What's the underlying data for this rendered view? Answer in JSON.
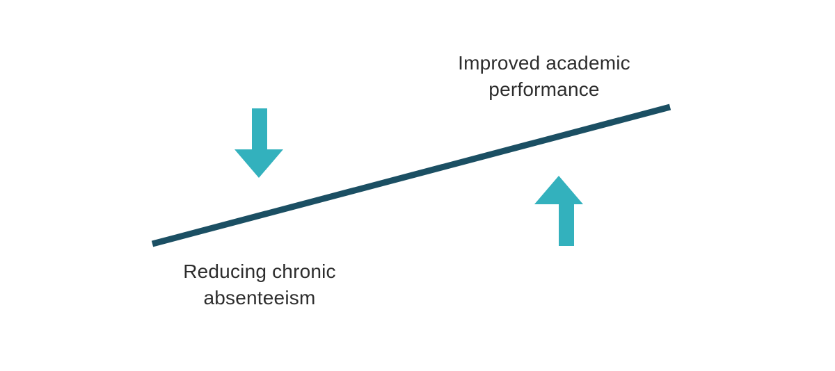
{
  "diagram": {
    "top_label": {
      "line1": "Improved academic",
      "line2": "performance"
    },
    "bottom_label": {
      "line1": "Reducing chronic",
      "line2": "absenteeism"
    },
    "colors": {
      "line": "#1b4f63",
      "arrow": "#33b1bd",
      "text": "#2d2d2d"
    },
    "icons": {
      "left_arrow": "arrow-down-icon",
      "right_arrow": "arrow-up-icon"
    }
  }
}
